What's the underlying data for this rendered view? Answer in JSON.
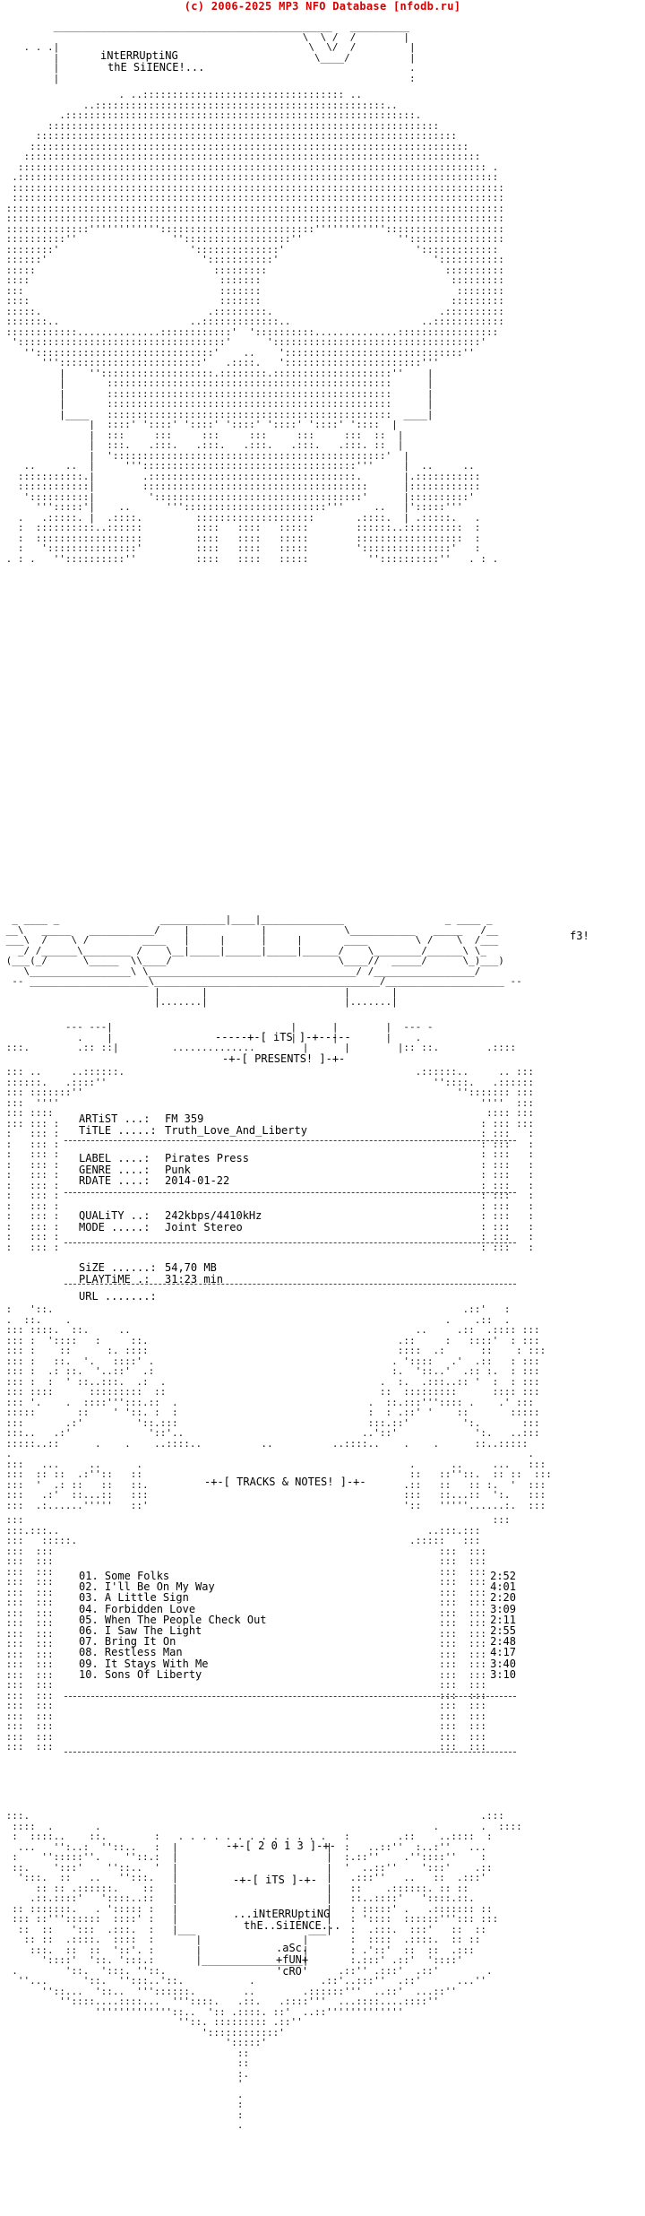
{
  "watermark": "(c) 2006-2025 MP3 NFO Database [nfodb.ru]",
  "header": {
    "group_line1": "iNtERRUptiNG",
    "group_line2": "thE SiIENCE!...",
    "signature": "f3!"
  },
  "banner": {
    "its": "-----+-[ iTS ]-+-----",
    "presents": "-+-[ PRESENTS! ]-+-"
  },
  "release": {
    "artist_label": "ARTiST ...:",
    "artist": "FM 359",
    "title_label": "TiTLE .....:",
    "title": "Truth_Love_And_Liberty",
    "label_label": "LABEL ....:",
    "label": "Pirates Press",
    "genre_label": "GENRE ....:",
    "genre": "Punk",
    "rdate_label": "RDATE ....:",
    "rdate": "2014-01-22",
    "quality_label": "QUALiTY ..:",
    "quality": "242kbps/4410kHz",
    "mode_label": "MODE .....:",
    "mode": "Joint Stereo",
    "size_label": "SiZE ......:",
    "size": "54,70 MB",
    "playtime_label": "PLAYTiME .:",
    "playtime": "31:23 min",
    "url_label": "URL .......:",
    "url": ""
  },
  "tracks_header": "-+-[ TRACKS & NOTES! ]-+-",
  "tracks": [
    {
      "title": "01. Some Folks",
      "time": "2:52"
    },
    {
      "title": "02. I'll Be On My Way",
      "time": "4:01"
    },
    {
      "title": "03. A Little Sign",
      "time": "2:20"
    },
    {
      "title": "04. Forbidden Love",
      "time": "3:09"
    },
    {
      "title": "05. When The People Check Out",
      "time": "2:11"
    },
    {
      "title": "06. I Saw The Light",
      "time": "2:55"
    },
    {
      "title": "07. Bring It On",
      "time": "2:48"
    },
    {
      "title": "08. Restless Man",
      "time": "4:17"
    },
    {
      "title": "09. It Stays With Me",
      "time": "3:40"
    },
    {
      "title": "10. Sons Of Liberty",
      "time": "3:10"
    }
  ],
  "footer": {
    "year": "-+-[ 2 0 1 3 ]-+-",
    "its": "-+-[ iTS ]-+-",
    "group_line1": "...iNtERRUptiNG",
    "group_line2": "thE..SiIENCE...",
    "credit1": ".aSc.",
    "credit2": "+fUN+",
    "credit3": "'cRO'"
  }
}
